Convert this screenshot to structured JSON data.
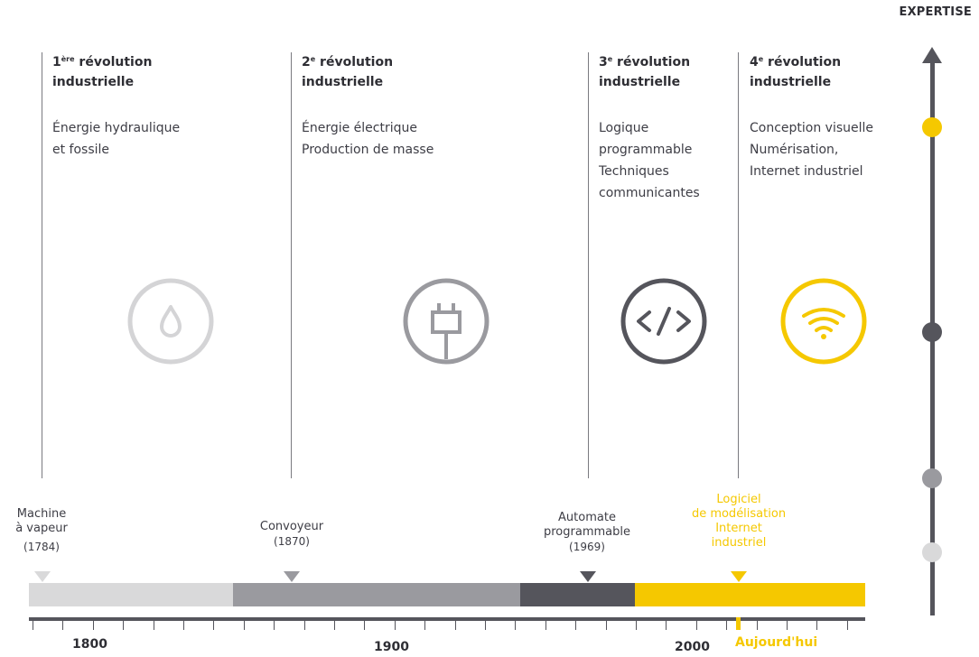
{
  "expertise_label": "EXPERTISE",
  "revolutions": [
    {
      "num": "1",
      "sup": "ère",
      "title_rest": " révolution",
      "title_line2": "industrielle",
      "description": "Énergie hydraulique\net fossile",
      "icon": "water-drop-icon",
      "icon_color": "#d4d4d6"
    },
    {
      "num": "2",
      "sup": "e",
      "title_rest": " révolution",
      "title_line2": "industrielle",
      "description": "Énergie électrique\nProduction de masse",
      "icon": "power-plug-icon",
      "icon_color": "#9a9a9f"
    },
    {
      "num": "3",
      "sup": "e",
      "title_rest": " révolution",
      "title_line2": "industrielle",
      "description": "Logique\nprogrammable\nTechniques\ncommunicantes",
      "icon": "code-brackets-icon",
      "icon_color": "#55555c"
    },
    {
      "num": "4",
      "sup": "e",
      "title_rest": " révolution",
      "title_line2": "industrielle",
      "description": "Conception visuelle\nNumérisation,\nInternet industriel",
      "icon": "wifi-icon",
      "icon_color": "#f5c800"
    }
  ],
  "events": [
    {
      "label": "Machine\nà vapeur",
      "year": "(1784)"
    },
    {
      "label": "Convoyeur",
      "year": "(1870)"
    },
    {
      "label": "Automate\nprogrammable",
      "year": "(1969)"
    },
    {
      "label": "Logiciel\nde modélisation\nInternet\nindustriel",
      "year": ""
    }
  ],
  "timeline": {
    "segment_colors": [
      "#d9d9da",
      "#9a9a9f",
      "#55555c",
      "#f5c800"
    ],
    "year_labels": [
      "1800",
      "1900",
      "2000"
    ],
    "today_label": "Aujourd'hui"
  },
  "expertise_levels_colors": [
    "#f5c800",
    "#55555c",
    "#9a9a9f",
    "#d9d9da"
  ],
  "colors": {
    "accent": "#f5c800",
    "dark": "#55555c",
    "mid": "#9a9a9f",
    "light": "#d9d9da",
    "text": "#3d3d45"
  }
}
